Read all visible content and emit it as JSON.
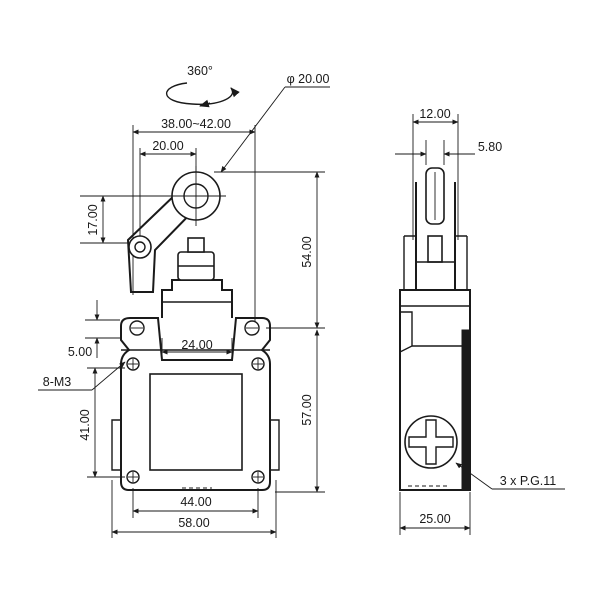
{
  "front_view": {
    "rotation_label": "360°",
    "roller_diameter_label": "φ 20.00",
    "lever_range_label": "38.00~42.00",
    "roller_offset_label": "20.00",
    "lever_height_label": "17.00",
    "actuator_height_label": "54.00",
    "flange_thickness_label": "5.00",
    "plunger_width_label": "24.00",
    "screw_label": "8-M3",
    "mount_height_label": "41.00",
    "body_height_label": "57.00",
    "mount_spacing_label": "44.00",
    "body_width_label": "58.00"
  },
  "side_view": {
    "roller_width_label": "12.00",
    "roller_offset_label": "5.80",
    "conduit_label": "3 x P.G.11",
    "body_depth_label": "25.00"
  }
}
